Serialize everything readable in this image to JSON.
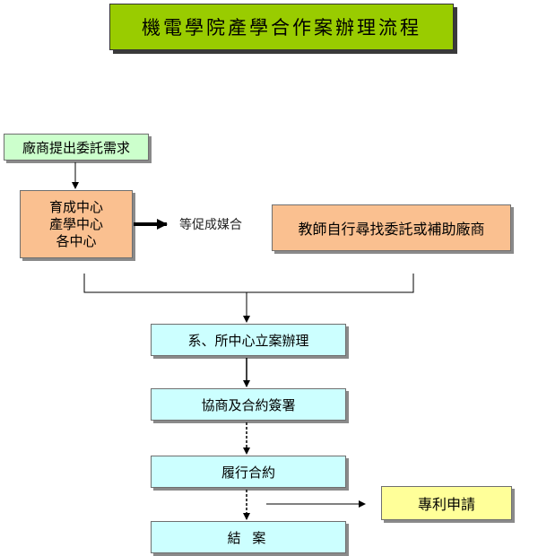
{
  "title": "機電學院產學合作案辦理流程",
  "nodes": {
    "request": "廠商提出委託需求",
    "incubator": [
      "育成中心",
      "產學中心",
      "各中心"
    ],
    "matching_note": "等促成媒合",
    "teacher": "教師自行尋找委託或補助廠商",
    "dept_case": "系、所中心立案辦理",
    "negotiate": "協商及合約簽署",
    "execute": "履行合約",
    "close": "結 案",
    "patent": "專利申請"
  },
  "colors": {
    "title_bg": "#99cc00",
    "request_bg": "#ccffcc",
    "orange_bg": "#fac090",
    "process_bg": "#ccffff",
    "patent_bg": "#ffff99"
  }
}
